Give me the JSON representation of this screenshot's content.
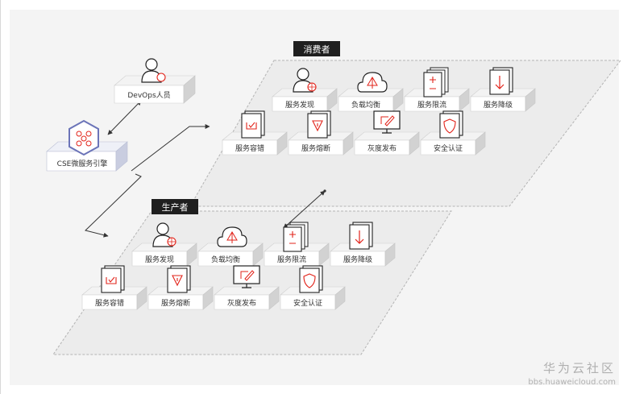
{
  "diagram": {
    "engine": {
      "label": "CSE微服务引擎",
      "icon": "hexagon-cluster-icon"
    },
    "devops": {
      "label": "DevOps人员",
      "icon": "person-with-gear-icon"
    },
    "consumer": {
      "title": "消费者",
      "services": [
        {
          "label": "服务发现",
          "icon": "person-target-icon"
        },
        {
          "label": "负载均衡",
          "icon": "cloud-balance-icon"
        },
        {
          "label": "服务限流",
          "icon": "stacked-docs-plus-minus-icon"
        },
        {
          "label": "服务降级",
          "icon": "down-arrow-card-icon"
        },
        {
          "label": "服务容错",
          "icon": "check-card-icon"
        },
        {
          "label": "服务熔断",
          "icon": "triangle-card-icon"
        },
        {
          "label": "灰度发布",
          "icon": "monitor-pen-icon"
        },
        {
          "label": "安全认证",
          "icon": "shield-icon"
        }
      ]
    },
    "producer": {
      "title": "生产者",
      "services": [
        {
          "label": "服务发现",
          "icon": "person-target-icon"
        },
        {
          "label": "负载均衡",
          "icon": "cloud-balance-icon"
        },
        {
          "label": "服务限流",
          "icon": "stacked-docs-plus-minus-icon"
        },
        {
          "label": "服务降级",
          "icon": "down-arrow-card-icon"
        },
        {
          "label": "服务容错",
          "icon": "check-card-icon"
        },
        {
          "label": "服务熔断",
          "icon": "triangle-card-icon"
        },
        {
          "label": "灰度发布",
          "icon": "monitor-pen-icon"
        },
        {
          "label": "安全认证",
          "icon": "shield-icon"
        }
      ]
    }
  },
  "watermark": {
    "title": "华为云社区",
    "url": "bbs.huaweicloud.com"
  },
  "colors": {
    "accent": "#e2231a",
    "ink": "#222222",
    "tile_top": "#f2f2f2",
    "tile_side": "#d0d0d0",
    "tag_bg": "#1f1f1f"
  }
}
